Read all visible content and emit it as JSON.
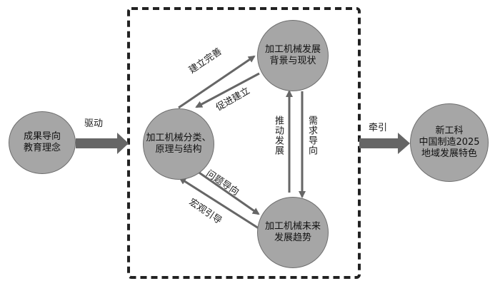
{
  "nodes": {
    "outcome": {
      "lines": [
        "成果导向",
        "教育理念"
      ]
    },
    "categories": {
      "lines": [
        "加工机械分类、",
        "原理与结构"
      ]
    },
    "background": {
      "lines": [
        "加工机械发展",
        "背景与现状"
      ]
    },
    "future": {
      "lines": [
        "加工机械未来",
        "发展趋势"
      ]
    },
    "newEngineering": {
      "lines": [
        "新工科",
        "中国制造2025",
        "地域发展特色"
      ]
    }
  },
  "edges": {
    "drive": "驱动",
    "lead": "牵引",
    "build_perfect": "建立完善",
    "promote_build": "促进建立",
    "promote_develop": "推动发展",
    "demand_guide": "需求导向",
    "problem_guide": "问题导向",
    "macro_guide": "宏观引导"
  },
  "colors": {
    "node_fill": "#a6a6a6",
    "node_border": "#6e6e6e",
    "arrow": "#666666",
    "dashed_border": "#222222"
  }
}
